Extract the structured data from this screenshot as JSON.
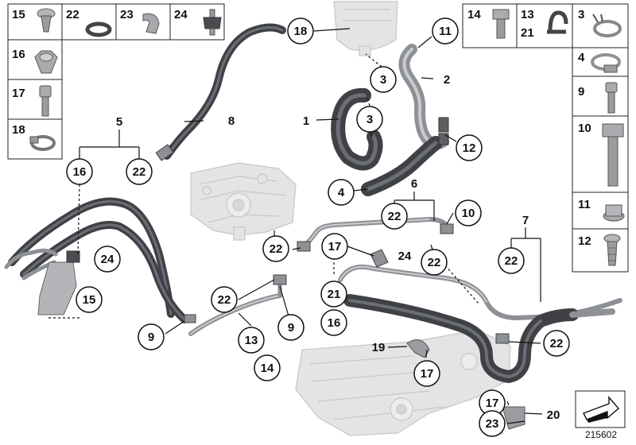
{
  "diagram": {
    "document_number": "215602",
    "colors": {
      "line": "#111111",
      "hose": "#3f4146",
      "hose_highlight": "#6b6e74",
      "pipe": "#8d9095",
      "pipe_highlight": "#c9cbce",
      "ghost_part": "#e1e2e3",
      "ghost_outline": "#c6c7c9",
      "fastener": "#9a9c9f",
      "fastener_dark": "#5d5f63"
    },
    "legend_left": [
      {
        "label": "15",
        "icon": "push-nut-icon"
      },
      {
        "label": "22",
        "icon": "o-ring-icon"
      },
      {
        "label": "23",
        "icon": "hose-clip-icon"
      },
      {
        "label": "24",
        "icon": "rubber-mount-icon"
      },
      {
        "label": "16",
        "icon": "hex-nut-icon"
      },
      {
        "label": "17",
        "icon": "socket-screw-icon"
      },
      {
        "label": "18",
        "icon": "hose-clamp-icon"
      }
    ],
    "legend_right": [
      {
        "label": "14",
        "icon": "hex-bolt-icon"
      },
      {
        "label": "13",
        "icon": "pipe-clamp-icon"
      },
      {
        "label": "21",
        "icon": "pipe-clamp-icon"
      },
      {
        "label": "3",
        "icon": "spring-band-clamp-icon"
      },
      {
        "label": "4",
        "icon": "worm-clamp-icon"
      },
      {
        "label": "9",
        "icon": "torx-screw-icon"
      },
      {
        "label": "10",
        "icon": "long-hex-bolt-icon"
      },
      {
        "label": "11",
        "icon": "flange-nut-icon"
      },
      {
        "label": "12",
        "icon": "expanding-rivet-icon"
      }
    ],
    "callouts": [
      "18",
      "11",
      "3",
      "2",
      "1",
      "3",
      "8",
      "12",
      "5",
      "16",
      "22",
      "4",
      "6",
      "22",
      "10",
      "24",
      "22",
      "17",
      "24",
      "22",
      "7",
      "22",
      "15",
      "22",
      "21",
      "16",
      "9",
      "9",
      "13",
      "14",
      "22",
      "19",
      "17",
      "17",
      "20",
      "23"
    ]
  }
}
